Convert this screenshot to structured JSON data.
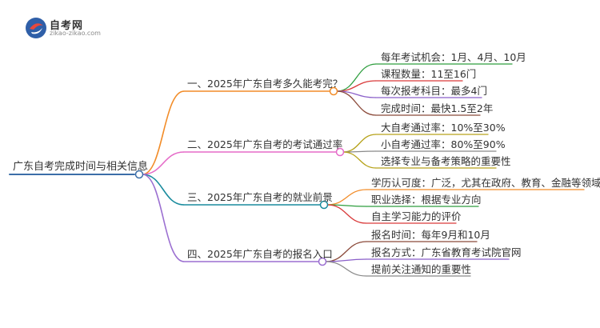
{
  "logo": {
    "title": "自考网",
    "subtitle": "zikao-zikao.com"
  },
  "colors": {
    "root": "#3b6ea8",
    "branch1": "#f28c28",
    "branch2": "#e56bc8",
    "branch3": "#1a8c9e",
    "branch4": "#9b6fd1",
    "leaf_green": "#2e9e3e",
    "leaf_red": "#d93a3a",
    "leaf_purple": "#8a5fc9",
    "leaf_brown": "#8b4a3a",
    "leaf_olive": "#b6a21a",
    "leaf_gray": "#8a8a8a",
    "leaf_orange": "#f28c28"
  },
  "mindmap": {
    "root": "广东自考完成时间与相关信息",
    "branches": [
      {
        "label": "一、2025年广东自考多久能考完？",
        "leaves": [
          "每年考试机会：1月、4月、10月",
          "课程数量：11至16门",
          "每次报考科目：最多4门",
          "完成时间：最快1.5至2年"
        ]
      },
      {
        "label": "二、2025年广东自考的考试通过率",
        "leaves": [
          "大自考通过率：10%至30%",
          "小自考通过率：80%至90%",
          "选择专业与备考策略的重要性"
        ]
      },
      {
        "label": "三、2025年广东自考的就业前景",
        "leaves": [
          "学历认可度：广泛，尤其在政府、教育、金融等领域",
          "职业选择：根据专业方向",
          "自主学习能力的评价"
        ]
      },
      {
        "label": "四、2025年广东自考的报名入口",
        "leaves": [
          "报名时间：每年9月和10月",
          "报名方式：广东省教育考试院官网",
          "提前关注通知的重要性"
        ]
      }
    ]
  }
}
